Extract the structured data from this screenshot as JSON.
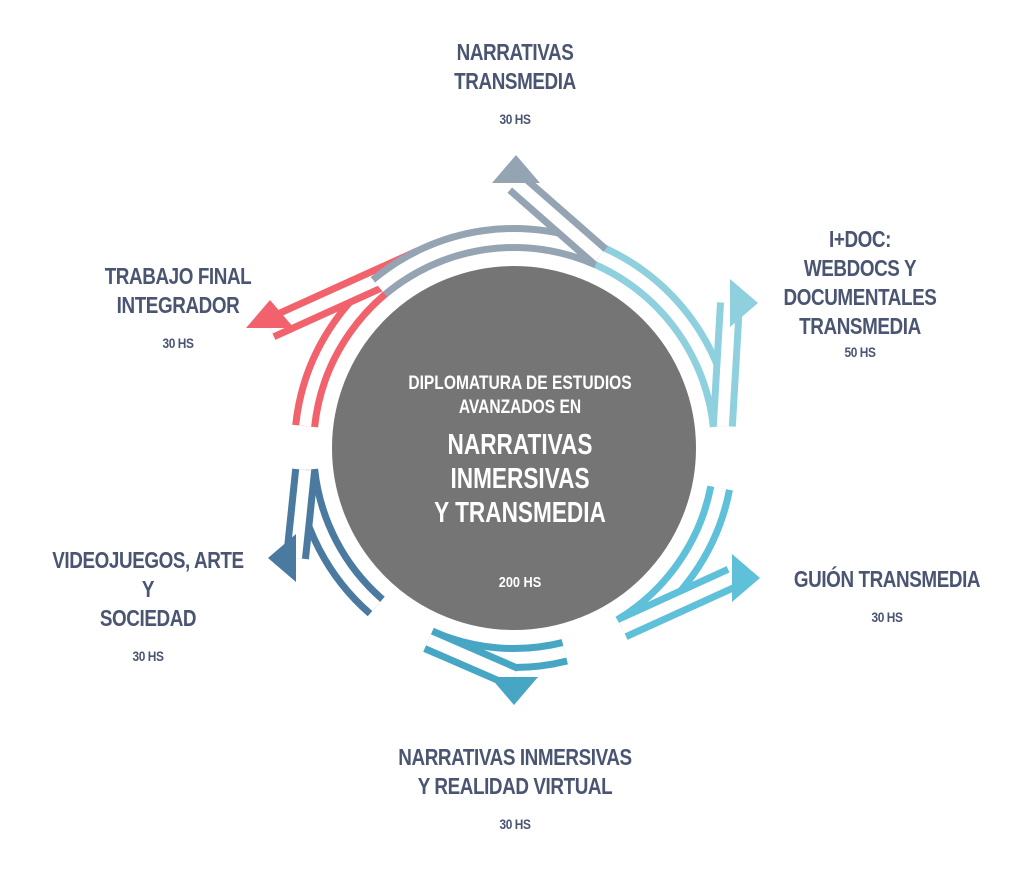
{
  "center": {
    "pre_title": "DIPLOMATURA DE ESTUDIOS\nAVANZADOS EN",
    "main_title": "NARRATIVAS INMERSIVAS\nY TRANSMEDIA",
    "total_hours": "200 HS",
    "color": "#757575"
  },
  "modules": [
    {
      "title": "NARRATIVAS\nTRANSMEDIA",
      "hours": "30 HS",
      "color": "#94a4b3"
    },
    {
      "title": "I+DOC:\nWEBDOCS Y\nDOCUMENTALES\nTRANSMEDIA",
      "hours": "50 HS",
      "color": "#8fd0de"
    },
    {
      "title": "GUIÓN TRANSMEDIA",
      "hours": "30 HS",
      "color": "#5ec0d9"
    },
    {
      "title": "NARRATIVAS INMERSIVAS\nY REALIDAD VIRTUAL",
      "hours": "30 HS",
      "color": "#46a6c3"
    },
    {
      "title": "VIDEOJUEGOS, ARTE Y\nSOCIEDAD",
      "hours": "30 HS",
      "color": "#4a7aa0"
    },
    {
      "title": "TRABAJO FINAL\nINTEGRADOR",
      "hours": "30 HS",
      "color": "#f2626c"
    }
  ],
  "text_color": "#4a5572"
}
